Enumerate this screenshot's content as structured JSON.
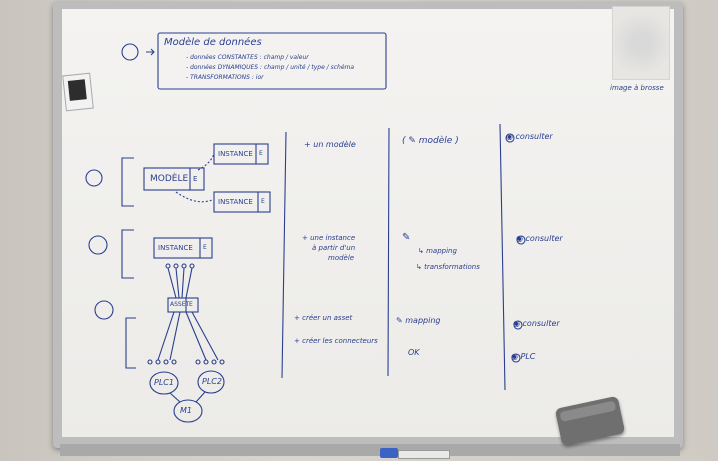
{
  "title_box": {
    "title": "Modèle de données",
    "lines": [
      "- données CONSTANTES : champ / valeur",
      "- données DYNAMIQUES : champ / unité / type / schéma",
      "- TRANSFORMATIONS : ior"
    ]
  },
  "patch_caption": "image à brosse",
  "left_diagram": {
    "modele_label": "MODÈLE",
    "modele_tag": "E",
    "instance_a": "INSTANCE",
    "instance_a_tag": "E",
    "instance_b": "INSTANCE",
    "instance_b_tag": "E",
    "instance_main": "INSTANCE",
    "instance_main_tag": "E",
    "asset": "ASSET",
    "asset_tag": "E",
    "plc1": "PLC1",
    "plc2": "PLC2",
    "m1": "M1"
  },
  "column2": [
    "+ un modèle",
    "+ une instance",
    "à partir d'un",
    "modèle",
    "+ créer un asset",
    "+ créer les connecteurs"
  ],
  "column3": [
    "( ✎ modèle )",
    "✎",
    "↳ mapping",
    "↳ transformations",
    "✎ mapping",
    "OK"
  ],
  "column4": [
    "◉ consulter",
    "◉ consulter",
    "◉ consulter",
    "◉ PLC"
  ]
}
